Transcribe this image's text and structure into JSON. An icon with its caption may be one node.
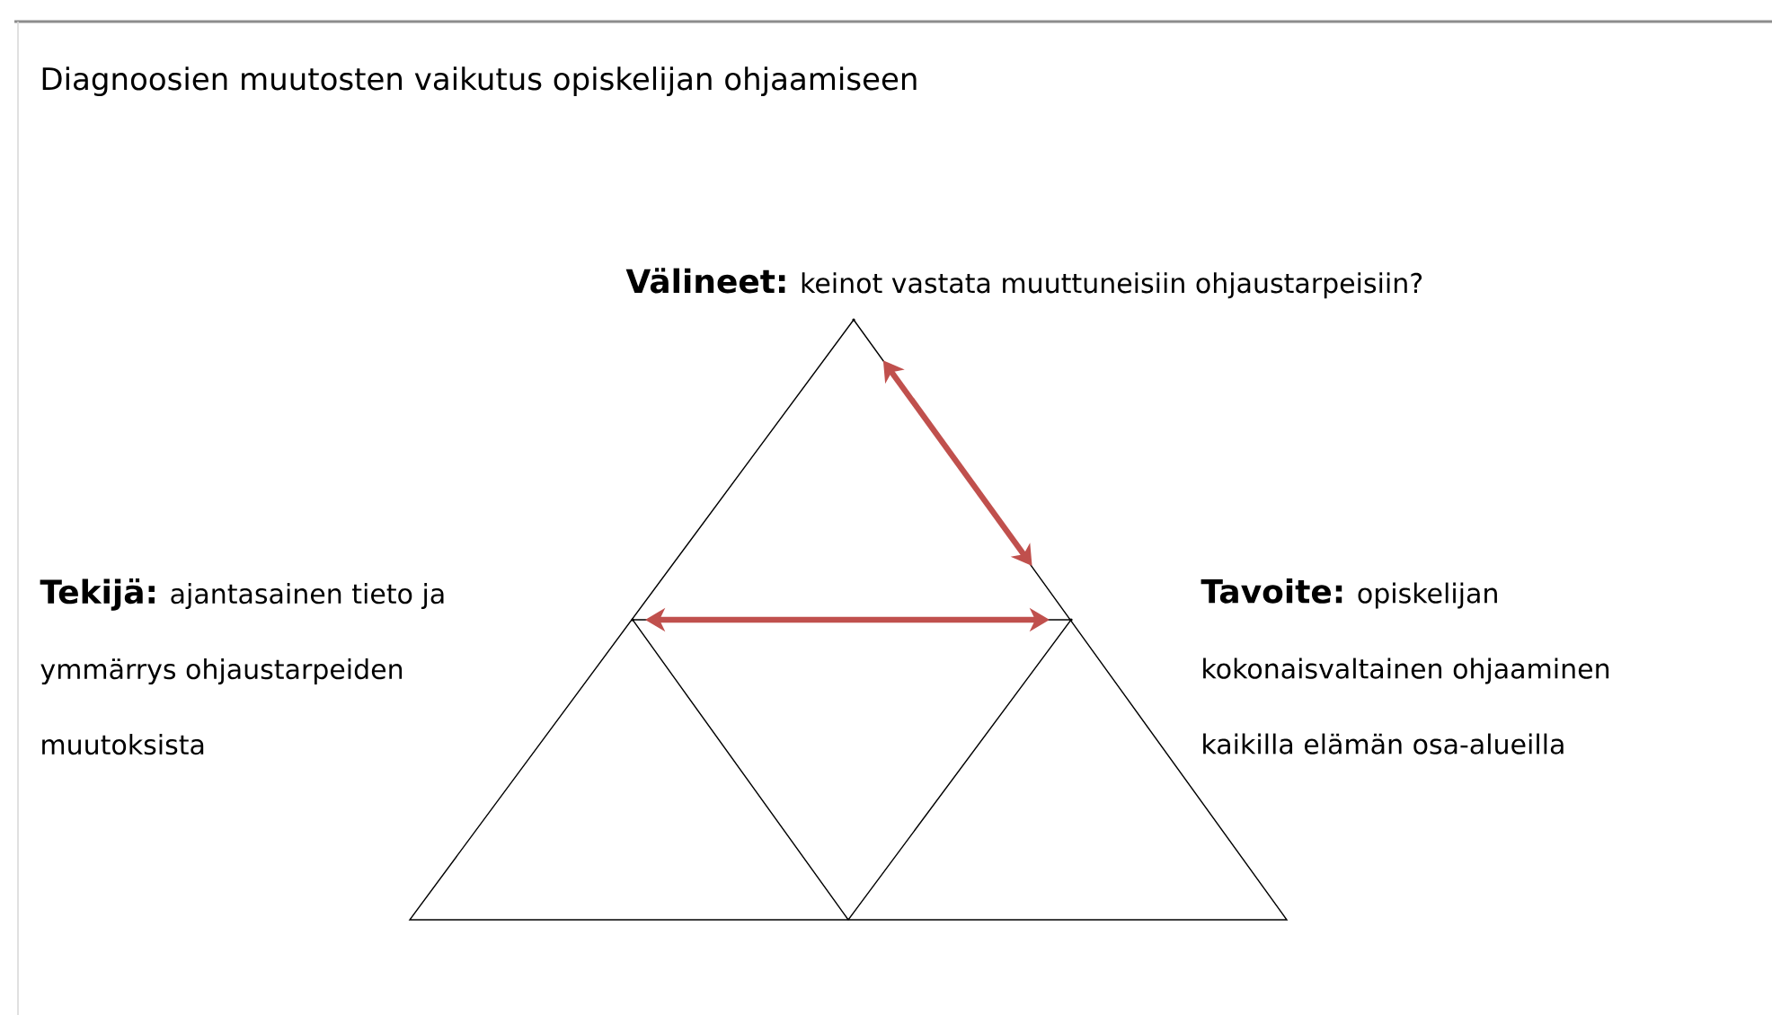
{
  "diagram": {
    "title": "Diagnoosien muutosten vaikutus opiskelijan ohjaamiseen",
    "nodes": [
      {
        "text": [],
        "shape": "point",
        "beside": [
          "Välineet:",
          "keinot vastata muuttuneisiin ohjaustarpeisiin?"
        ]
      },
      {
        "text": [],
        "shape": "point",
        "beside": [
          "Tekijä:",
          "ajantasainen tieto ja ymmärrys ohjaustarpeiden muutoksista"
        ]
      },
      {
        "text": [],
        "shape": "point",
        "beside": [
          "Tavoite:",
          "opiskelijan kokonaisvaltainen ohjaaminen kaikilla elämän osa-alueilla"
        ]
      }
    ],
    "edges": [
      {
        "from": 0,
        "to": 2,
        "arrow": "both"
      },
      {
        "from": 1,
        "to": 2,
        "arrow": "both"
      }
    ]
  }
}
